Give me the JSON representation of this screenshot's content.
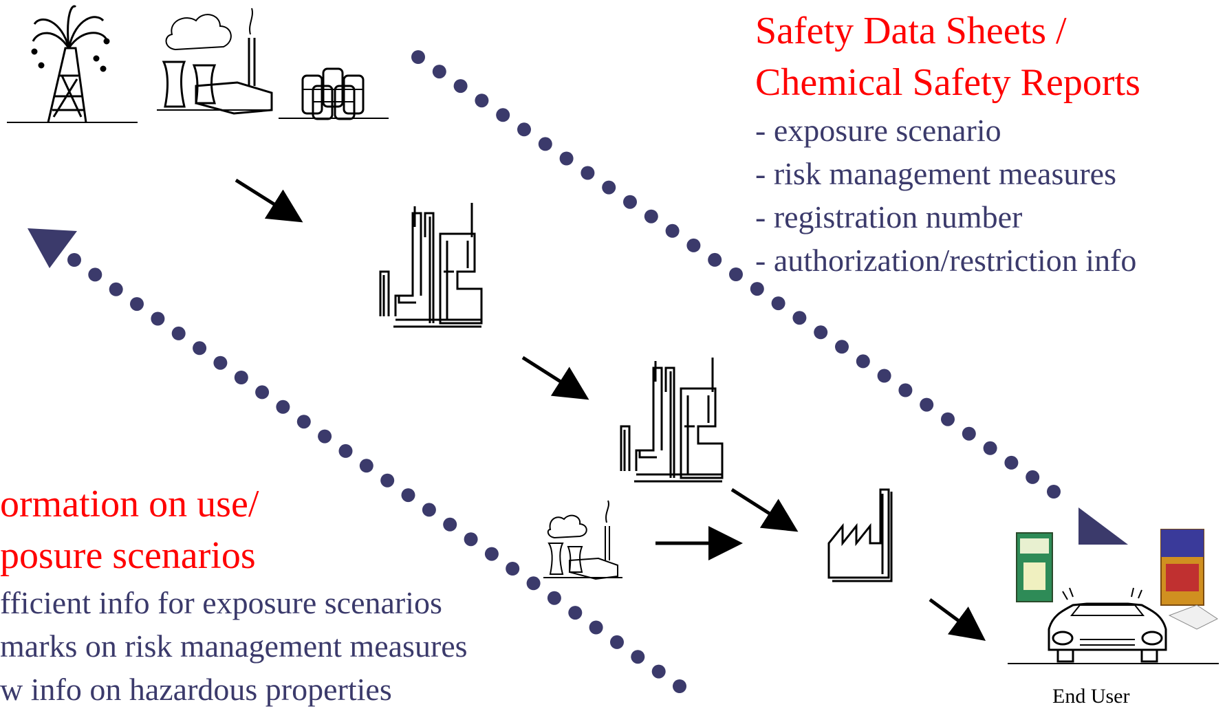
{
  "colors": {
    "title_red": "#ff0000",
    "bullet_text": "#3b3a6b",
    "dots": "#3b3a6b",
    "arrows": "#000000"
  },
  "sds_block": {
    "title_line1": "Safety Data Sheets /",
    "title_line2": "Chemical Safety Reports",
    "items": [
      "- exposure scenario",
      "- risk management measures",
      "- registration number",
      "- authorization/restriction info"
    ]
  },
  "info_block": {
    "title_line1": "ormation on use/",
    "title_line2": "posure scenarios",
    "items": [
      "fficient info for exposure scenarios",
      "marks on risk management measures",
      "w info on hazardous properties"
    ]
  },
  "end_user_label": "End User",
  "icons": [
    "oil-derrick-icon",
    "power-plant-icon",
    "barrels-icon",
    "refinery-icon",
    "refinery-icon",
    "small-power-plant-icon",
    "factory-icon",
    "end-user-car-icon"
  ]
}
